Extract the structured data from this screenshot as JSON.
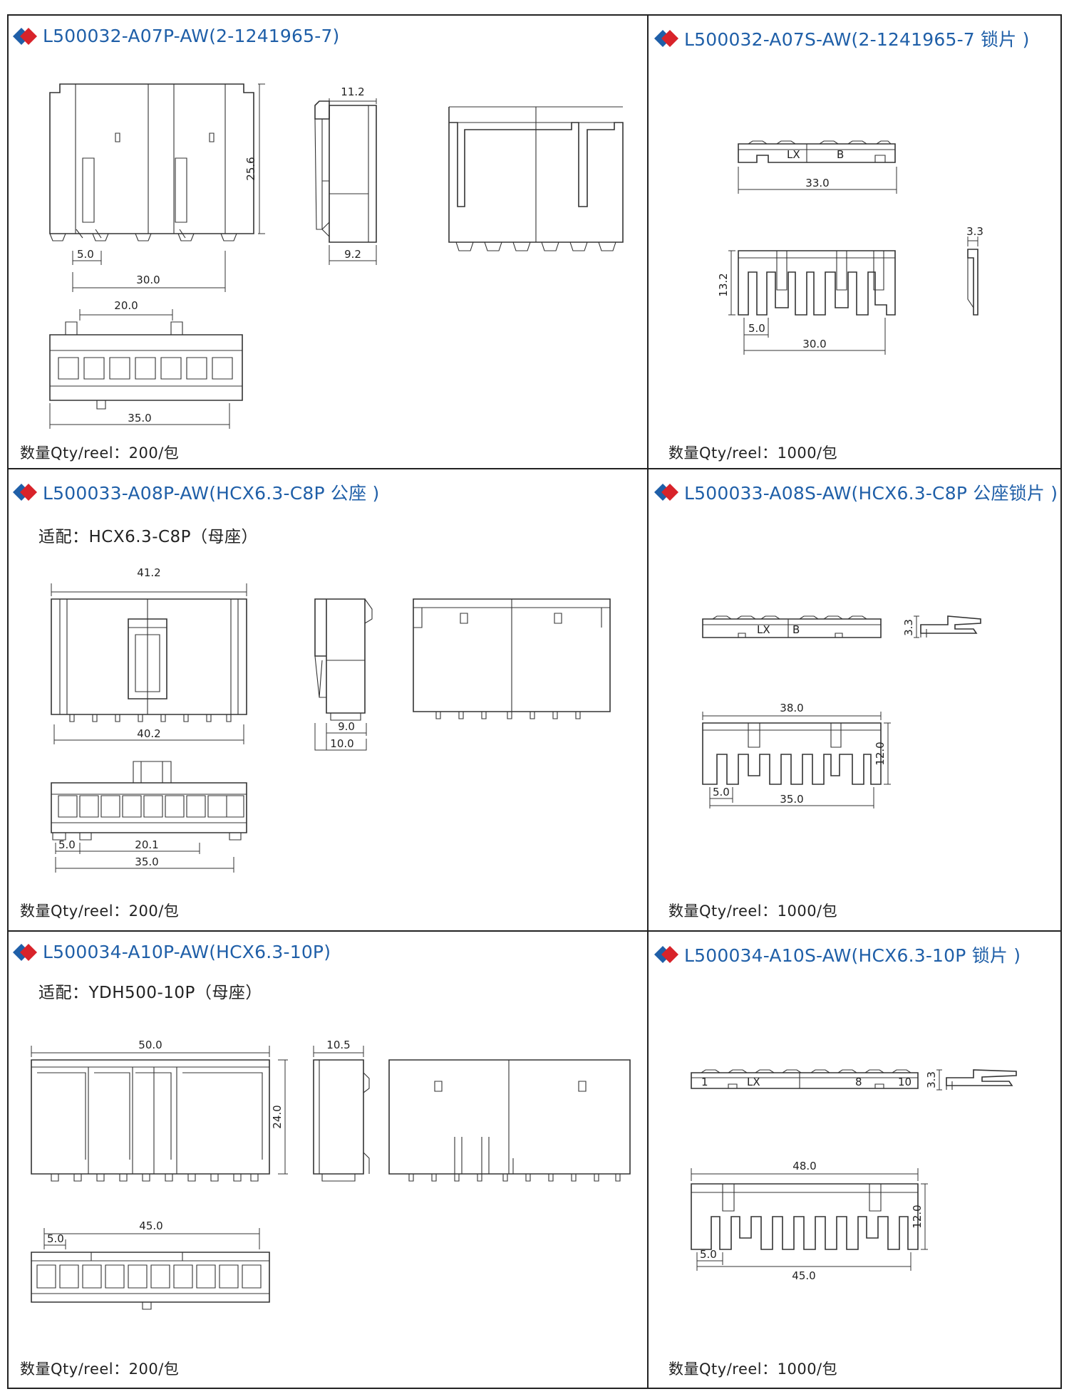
{
  "accent_color": "#1f5fa8",
  "icon_name": "diamond-bullet-icon",
  "cells": [
    {
      "title": "L500032-A07P-AW(2-1241965-7)",
      "subtitle": "",
      "qty": "数量Qty/reel：200/包",
      "dims": [
        "11.2",
        "25.6",
        "5.0",
        "30.0",
        "9.2",
        "20.0",
        "35.0"
      ]
    },
    {
      "title": "L500032-A07S-AW(2-1241965-7 锁片 )",
      "subtitle": "",
      "qty": "数量Qty/reel：1000/包",
      "dims": [
        "33.0",
        "3.3",
        "13.2",
        "5.0",
        "30.0"
      ],
      "marks": [
        "LX",
        "B"
      ]
    },
    {
      "title": "L500033-A08P-AW(HCX6.3-C8P 公座 )",
      "subtitle": "适配：HCX6.3-C8P（母座）",
      "qty": "数量Qty/reel：200/包",
      "dims": [
        "41.2",
        "40.2",
        "9.0",
        "10.0",
        "5.0",
        "20.1",
        "35.0"
      ]
    },
    {
      "title": "L500033-A08S-AW(HCX6.3-C8P 公座锁片 )",
      "subtitle": "",
      "qty": "数量Qty/reel：1000/包",
      "dims": [
        "3.3",
        "38.0",
        "12.0",
        "5.0",
        "35.0"
      ],
      "marks": [
        "LX",
        "B"
      ]
    },
    {
      "title": "L500034-A10P-AW(HCX6.3-10P)",
      "subtitle": "适配：YDH500-10P（母座）",
      "qty": "数量Qty/reel：200/包",
      "dims": [
        "50.0",
        "10.5",
        "24.0",
        "45.0",
        "5.0"
      ]
    },
    {
      "title": "L500034-A10S-AW(HCX6.3-10P 锁片 )",
      "subtitle": "",
      "qty": "数量Qty/reel：1000/包",
      "dims": [
        "3.3",
        "48.0",
        "12.0",
        "5.0",
        "45.0"
      ],
      "marks": [
        "1",
        "LX",
        "8",
        "10"
      ]
    }
  ]
}
